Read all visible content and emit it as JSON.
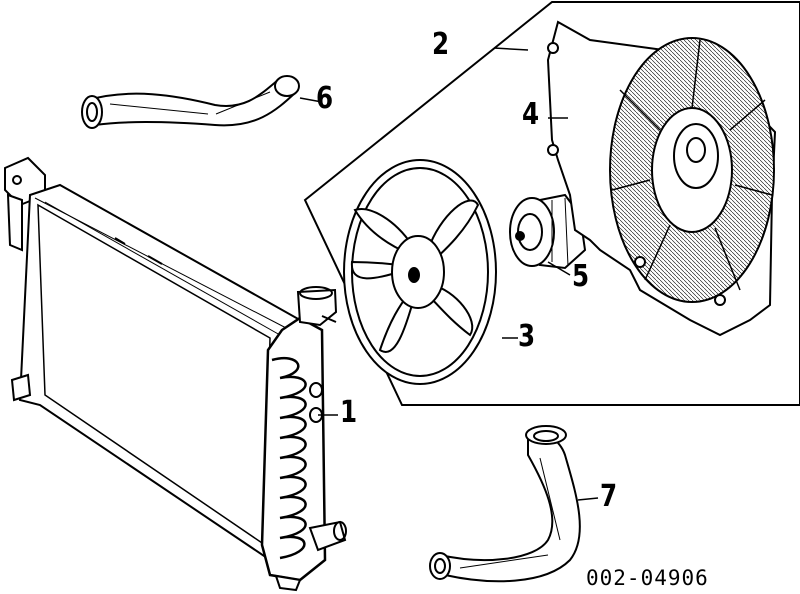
{
  "diagram": {
    "callouts": {
      "radiator": "1",
      "fan_assembly": "2",
      "fan_blade": "3",
      "fan_shroud": "4",
      "fan_motor": "5",
      "upper_hose": "6",
      "lower_hose": "7"
    },
    "drawing_code": "002-04906"
  },
  "colors": {
    "ink": "#000000",
    "paper": "#ffffff"
  }
}
